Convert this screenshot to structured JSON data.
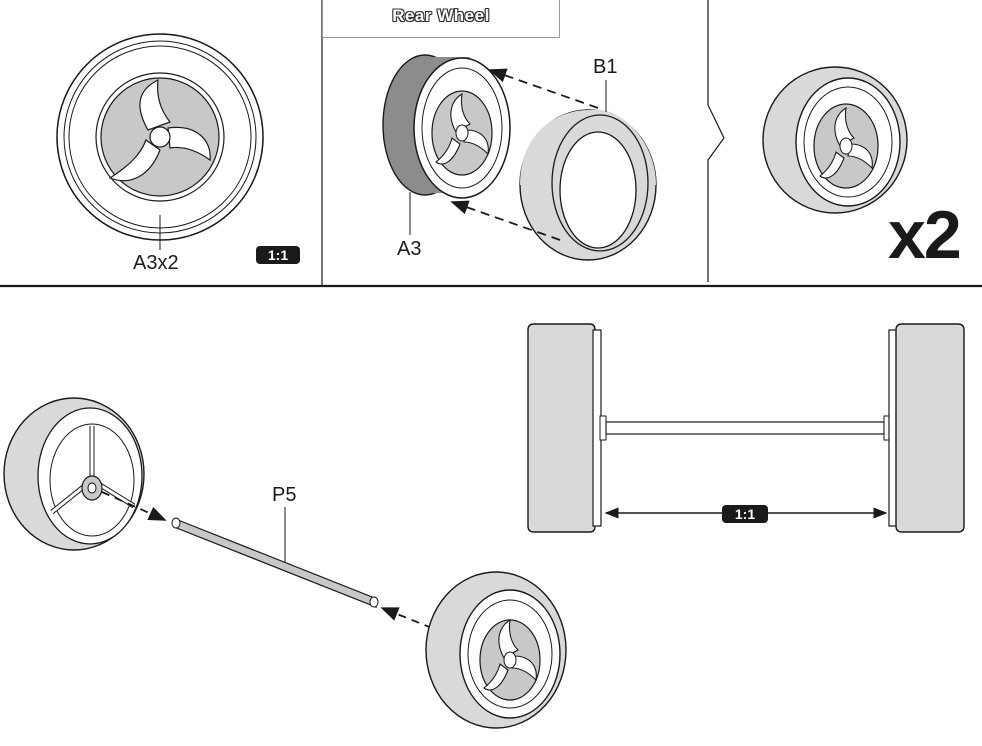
{
  "colors": {
    "ink": "#1a1a1a",
    "tire": "#d9d9d9",
    "hub": "#c8c8c8",
    "rim_band": "#8c8c8c",
    "background": "#ffffff"
  },
  "header": {
    "title": "Rear Wheel"
  },
  "panel1": {
    "part_label": "A3x2",
    "scale_badge": "1:1"
  },
  "panel2": {
    "wheel_label": "A3",
    "tire_label": "B1"
  },
  "panel3": {
    "quantity": "x2"
  },
  "assembly": {
    "axle_label": "P5",
    "scale_badge": "1:1"
  },
  "icons": [
    "wheel-rim-icon",
    "tire-icon",
    "assembled-wheel-icon",
    "axle-icon",
    "dashed-arrow-icon",
    "dimension-arrow-icon"
  ]
}
